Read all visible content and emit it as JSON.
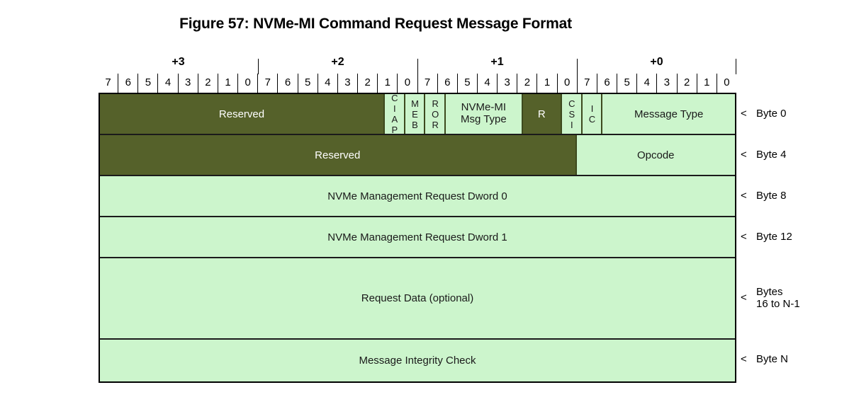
{
  "figure": {
    "title": "Figure 57: NVMe-MI Command Request Message Format"
  },
  "colors": {
    "reserved_fill": "#55612a",
    "field_fill": "#ccf5cc",
    "border": "#000000",
    "reserved_text": "#ffffff",
    "field_text": "#1a1a1a"
  },
  "header": {
    "byte_groups": [
      {
        "label": "+3"
      },
      {
        "label": "+2"
      },
      {
        "label": "+1"
      },
      {
        "label": "+0"
      }
    ],
    "bit_numbers": [
      "7",
      "6",
      "5",
      "4",
      "3",
      "2",
      "1",
      "0",
      "7",
      "6",
      "5",
      "4",
      "3",
      "2",
      "1",
      "0",
      "7",
      "6",
      "5",
      "4",
      "3",
      "2",
      "1",
      "0",
      "7",
      "6",
      "5",
      "4",
      "3",
      "2",
      "1",
      "0"
    ]
  },
  "rows": [
    {
      "name": "byte0-row",
      "height": 58,
      "byte_note": "Byte 0",
      "fields": [
        {
          "label": "Reserved",
          "bits": 15,
          "style": "dark",
          "orient": "horizontal"
        },
        {
          "label": "CIAP",
          "bits": 1,
          "style": "light",
          "orient": "vertical"
        },
        {
          "label": "MEB",
          "bits": 1,
          "style": "light",
          "orient": "vertical"
        },
        {
          "label": "ROR",
          "bits": 1,
          "style": "light",
          "orient": "vertical"
        },
        {
          "label": "NVMe-MI\nMsg Type",
          "bits": 4,
          "style": "light",
          "orient": "horizontal"
        },
        {
          "label": "R",
          "bits": 2,
          "style": "dark",
          "orient": "horizontal"
        },
        {
          "label": "CSI",
          "bits": 1,
          "style": "light",
          "orient": "vertical"
        },
        {
          "label": "IC",
          "bits": 1,
          "style": "light",
          "orient": "vertical"
        },
        {
          "label": "Message Type",
          "bits": 7,
          "style": "light",
          "orient": "horizontal"
        }
      ]
    },
    {
      "name": "byte4-row",
      "height": 58,
      "byte_note": "Byte 4",
      "fields": [
        {
          "label": "Reserved",
          "bits": 24,
          "style": "dark",
          "orient": "horizontal"
        },
        {
          "label": "Opcode",
          "bits": 8,
          "style": "light",
          "orient": "horizontal"
        }
      ]
    },
    {
      "name": "byte8-row",
      "height": 58,
      "byte_note": "Byte 8",
      "fields": [
        {
          "label": "NVMe Management Request Dword 0",
          "bits": 32,
          "style": "light",
          "orient": "horizontal"
        }
      ]
    },
    {
      "name": "byte12-row",
      "height": 58,
      "byte_note": "Byte 12",
      "fields": [
        {
          "label": "NVMe Management Request Dword 1",
          "bits": 32,
          "style": "light",
          "orient": "horizontal"
        }
      ]
    },
    {
      "name": "request-data-row",
      "height": 115,
      "byte_note": "Bytes\n16 to N-1",
      "fields": [
        {
          "label": "Request Data (optional)",
          "bits": 32,
          "style": "light",
          "orient": "horizontal"
        }
      ]
    },
    {
      "name": "mic-row",
      "height": 59,
      "byte_note": "Byte N",
      "fields": [
        {
          "label": "Message Integrity Check",
          "bits": 32,
          "style": "light",
          "orient": "horizontal"
        }
      ]
    }
  ],
  "annotations": {
    "caret": "<"
  }
}
